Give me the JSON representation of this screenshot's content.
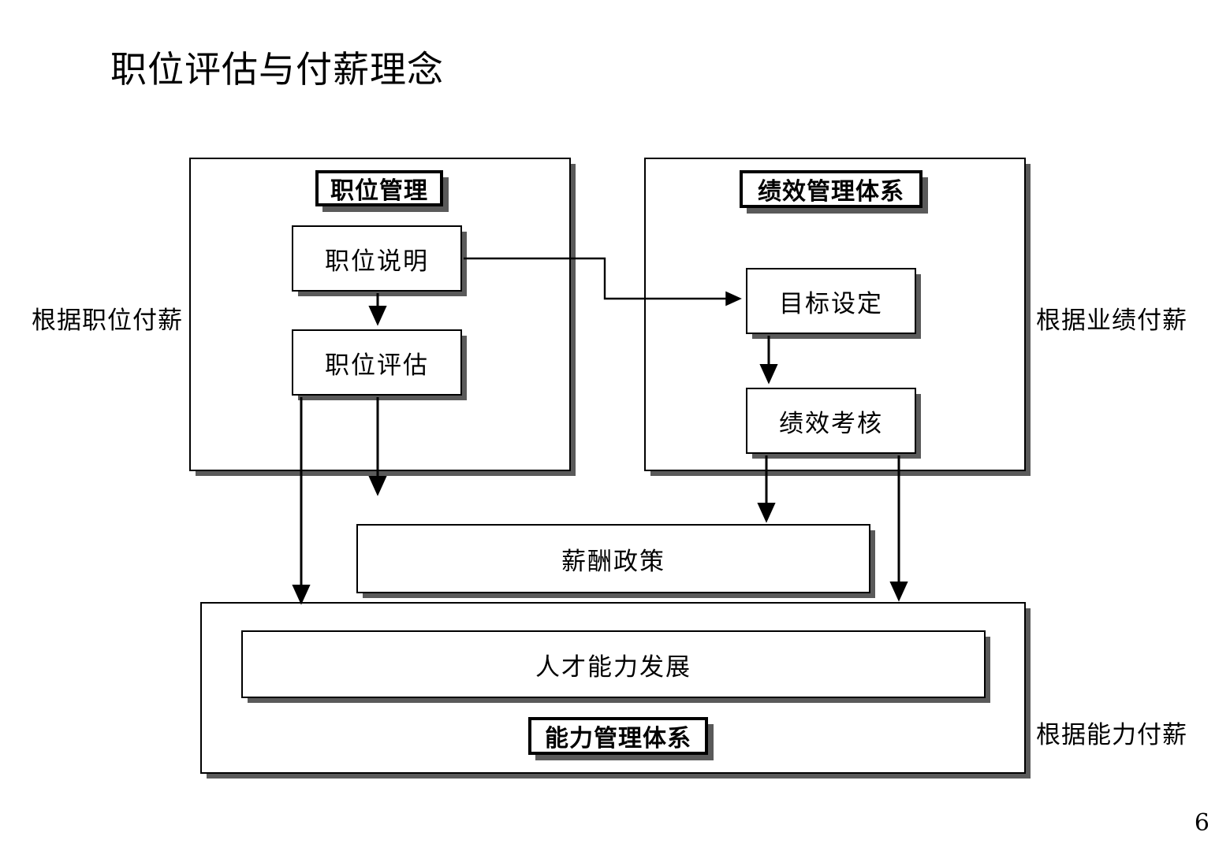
{
  "slide": {
    "title": "职位评估与付薪理念",
    "page_number": "6"
  },
  "panels": {
    "position_management": {
      "header": "职位管理",
      "boxes": [
        {
          "label": "职位说明"
        },
        {
          "label": "职位评估"
        }
      ],
      "side_label": "根据职位付薪"
    },
    "performance_management": {
      "header": "绩效管理体系",
      "boxes": [
        {
          "label": "目标设定"
        },
        {
          "label": "绩效考核"
        }
      ],
      "side_label": "根据业绩付薪"
    },
    "competency_management": {
      "header": "能力管理体系",
      "boxes": [
        {
          "label": "人才能力发展"
        }
      ],
      "side_label": "根据能力付薪"
    }
  },
  "standalone_boxes": [
    {
      "label": "薪酬政策"
    }
  ],
  "colors": {
    "outline": "#000000",
    "shadow": "#5a5a5a",
    "background": "#ffffff"
  }
}
